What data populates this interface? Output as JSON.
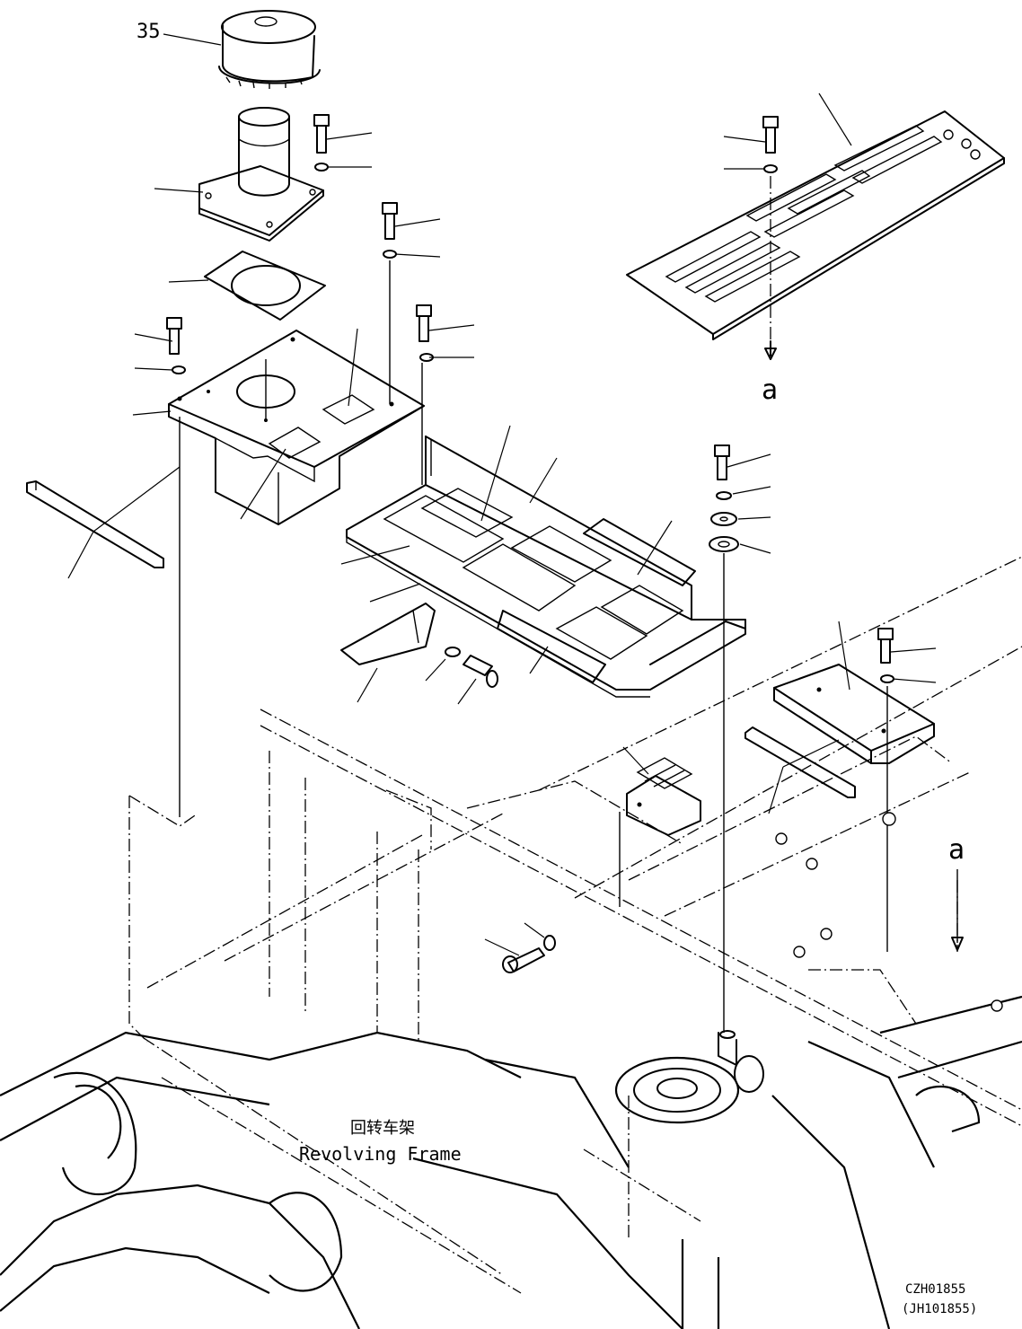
{
  "callout": {
    "number": "35"
  },
  "view_marks": {
    "upper": "a",
    "lower": "a"
  },
  "frame_label": {
    "chinese": "回转车架",
    "english": "Revolving Frame"
  },
  "drawing_ids": {
    "primary": "CZH01855",
    "secondary": "(JH101855)"
  }
}
